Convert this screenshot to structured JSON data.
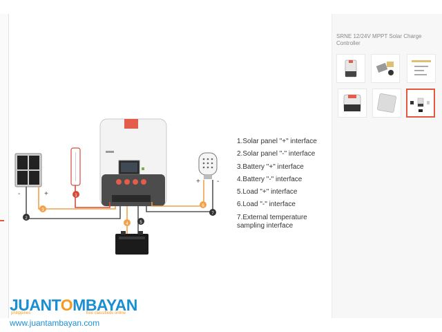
{
  "product": {
    "title": "SRNE 12/24V MPPT Solar Charge Controller"
  },
  "legend": {
    "items": [
      "1.Solar panel \"+\" interface",
      "2.Solar panel \"-\" interface",
      "3.Battery \"+\" interface",
      "4.Battery \"-\" interface",
      "5.Load \"+\" interface",
      "6.Load \"-\" interface",
      "7.External temperature sampling interface"
    ]
  },
  "diagram": {
    "panel_plus": "+",
    "panel_minus": "-",
    "load_plus": "+",
    "load_minus": "-",
    "markers": [
      "1",
      "2",
      "3",
      "4",
      "5",
      "6",
      "7"
    ]
  },
  "watermark": {
    "brand_part1": "JUANT",
    "brand_part2": "MBAYAN",
    "country": "philippines",
    "tagline": "free classifieds online",
    "url": "www.juantambayan.com"
  },
  "thumbnails": [
    {
      "name": "thumb-controller-front"
    },
    {
      "name": "thumb-accessories"
    },
    {
      "name": "thumb-manual"
    },
    {
      "name": "thumb-controller-angle"
    },
    {
      "name": "thumb-controller-back"
    },
    {
      "name": "thumb-wiring-diagram"
    }
  ],
  "colors": {
    "accent": "#e2573d",
    "wire_orange": "#f2a24a",
    "marker_dark": "#333333",
    "brand_blue": "#1a8fd4",
    "brand_orange": "#f59a23"
  }
}
